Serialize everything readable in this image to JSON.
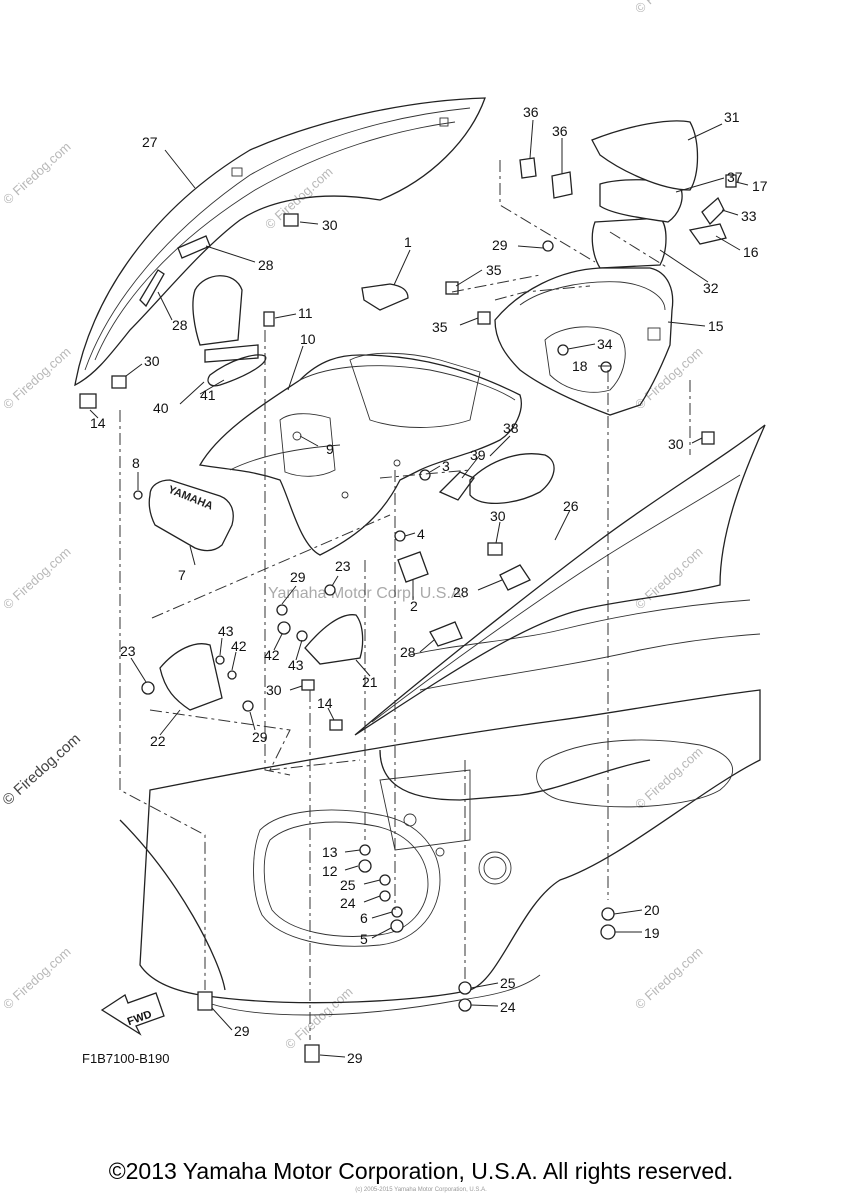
{
  "diagram": {
    "code": "F1B7100-B190",
    "fwd_label": "FWD",
    "watermark": "© Firedog.com",
    "center_watermark": "Yamaha Motor Corp, U.S.A.",
    "copyright": "©2013 Yamaha Motor Corporation, U.S.A. All rights reserved.",
    "tiny_copyright": "(c) 2005-2015 Yamaha Motor Corporation, U.S.A."
  },
  "callouts": [
    {
      "id": "c27",
      "text": "27"
    },
    {
      "id": "c30a",
      "text": "30"
    },
    {
      "id": "c28a",
      "text": "28"
    },
    {
      "id": "c28b",
      "text": "28"
    },
    {
      "id": "c30b",
      "text": "30"
    },
    {
      "id": "c14a",
      "text": "14"
    },
    {
      "id": "c40",
      "text": "40"
    },
    {
      "id": "c41",
      "text": "41"
    },
    {
      "id": "c11",
      "text": "11"
    },
    {
      "id": "c10",
      "text": "10"
    },
    {
      "id": "c9",
      "text": "9"
    },
    {
      "id": "c8",
      "text": "8"
    },
    {
      "id": "c7",
      "text": "7"
    },
    {
      "id": "c1",
      "text": "1"
    },
    {
      "id": "c36a",
      "text": "36"
    },
    {
      "id": "c36b",
      "text": "36"
    },
    {
      "id": "c31",
      "text": "31"
    },
    {
      "id": "c37",
      "text": "37"
    },
    {
      "id": "c17",
      "text": "17"
    },
    {
      "id": "c33",
      "text": "33"
    },
    {
      "id": "c16",
      "text": "16"
    },
    {
      "id": "c29a",
      "text": "29"
    },
    {
      "id": "c35a",
      "text": "35"
    },
    {
      "id": "c32",
      "text": "32"
    },
    {
      "id": "c35b",
      "text": "35"
    },
    {
      "id": "c15",
      "text": "15"
    },
    {
      "id": "c34",
      "text": "34"
    },
    {
      "id": "c18",
      "text": "18"
    },
    {
      "id": "c30c",
      "text": "30"
    },
    {
      "id": "c38",
      "text": "38"
    },
    {
      "id": "c39",
      "text": "39"
    },
    {
      "id": "c3",
      "text": "3"
    },
    {
      "id": "c26",
      "text": "26"
    },
    {
      "id": "c30d",
      "text": "30"
    },
    {
      "id": "c4",
      "text": "4"
    },
    {
      "id": "c2",
      "text": "2"
    },
    {
      "id": "c28c",
      "text": "28"
    },
    {
      "id": "c28d",
      "text": "28"
    },
    {
      "id": "c29b",
      "text": "29"
    },
    {
      "id": "c23a",
      "text": "23"
    },
    {
      "id": "c42a",
      "text": "42"
    },
    {
      "id": "c43a",
      "text": "43"
    },
    {
      "id": "c21",
      "text": "21"
    },
    {
      "id": "c23b",
      "text": "23"
    },
    {
      "id": "c43b",
      "text": "43"
    },
    {
      "id": "c42b",
      "text": "42"
    },
    {
      "id": "c30e",
      "text": "30"
    },
    {
      "id": "c14b",
      "text": "14"
    },
    {
      "id": "c22",
      "text": "22"
    },
    {
      "id": "c29c",
      "text": "29"
    },
    {
      "id": "c13",
      "text": "13"
    },
    {
      "id": "c12",
      "text": "12"
    },
    {
      "id": "c25a",
      "text": "25"
    },
    {
      "id": "c24a",
      "text": "24"
    },
    {
      "id": "c6",
      "text": "6"
    },
    {
      "id": "c5",
      "text": "5"
    },
    {
      "id": "c20",
      "text": "20"
    },
    {
      "id": "c19",
      "text": "19"
    },
    {
      "id": "c25b",
      "text": "25"
    },
    {
      "id": "c24b",
      "text": "24"
    },
    {
      "id": "c29d",
      "text": "29"
    },
    {
      "id": "c29e",
      "text": "29"
    }
  ]
}
